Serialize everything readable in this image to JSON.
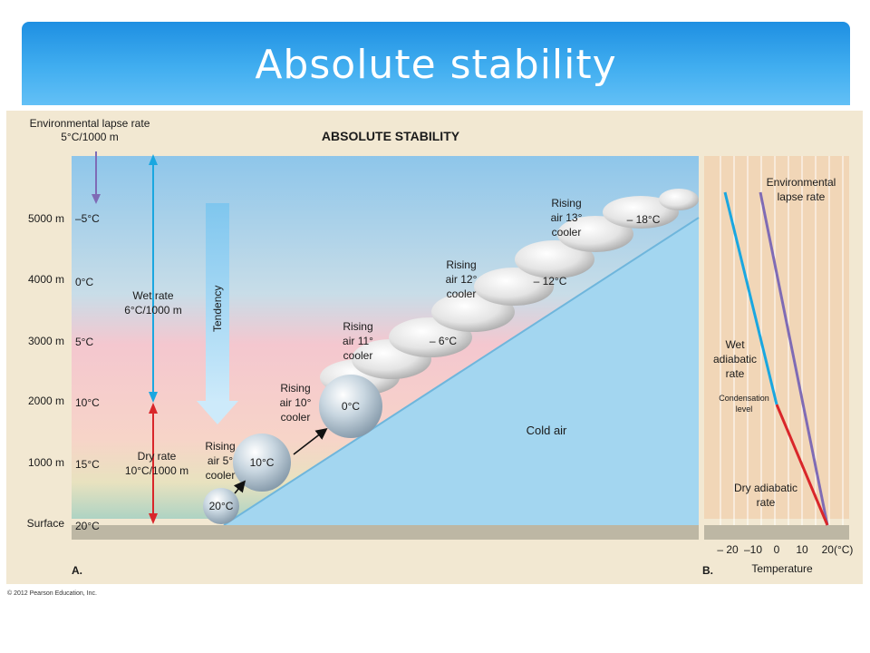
{
  "banner": {
    "title": "Absolute stability"
  },
  "colors": {
    "banner_top": "#1e8fe2",
    "banner_bottom": "#63c0f6",
    "panel_background": "#f2e8d2",
    "sky_top": "#8ec6ea",
    "pink_band": "#f4c7cf",
    "ground": "#bdb7a4",
    "ramp_cold_air": "#a3d6f0",
    "wet_line": "#1aa7e0",
    "dry_line": "#d9262a",
    "environment_line": "#7f6bb5",
    "tendency_arrow": "#a9daf3"
  },
  "panel_a": {
    "title": "ABSOLUTE STABILITY",
    "panel_label": "A.",
    "env_lapse_label_1": "Environmental lapse rate",
    "env_lapse_label_2": "5°C/1000 m",
    "altitudes": [
      "5000 m",
      "4000 m",
      "3000 m",
      "2000 m",
      "1000 m",
      "Surface"
    ],
    "env_temps": [
      "–5°C",
      "0°C",
      "5°C",
      "10°C",
      "15°C",
      "20°C"
    ],
    "wet_rate_1": "Wet rate",
    "wet_rate_2": "6°C/1000 m",
    "dry_rate_1": "Dry rate",
    "dry_rate_2": "10°C/1000 m",
    "tendency": "Tendency",
    "cold_air": "Cold air",
    "parcels": [
      "20°C",
      "10°C",
      "0°C"
    ],
    "cloud_temps": [
      "– 6°C",
      "– 12°C",
      "– 18°C"
    ],
    "rising_5": [
      "Rising",
      "air 5°",
      "cooler"
    ],
    "rising_10": [
      "Rising",
      "air 10°",
      "cooler"
    ],
    "rising_11": [
      "Rising",
      "air 11°",
      "cooler"
    ],
    "rising_12": [
      "Rising",
      "air 12°",
      "cooler"
    ],
    "rising_13": [
      "Rising",
      "air 13°",
      "cooler"
    ]
  },
  "panel_b": {
    "panel_label": "B.",
    "env_label_1": "Environmental",
    "env_label_2": "lapse rate",
    "wet_label_1": "Wet",
    "wet_label_2": "adiabatic",
    "wet_label_3": "rate",
    "condensation_1": "Condensation",
    "condensation_2": "level",
    "dry_label_1": "Dry adiabatic",
    "dry_label_2": "rate",
    "x_ticks": [
      "– 20",
      "–10",
      "0",
      "10",
      "20(°C)"
    ],
    "x_axis_label": "Temperature"
  },
  "copyright": "© 2012 Pearson Education, Inc."
}
